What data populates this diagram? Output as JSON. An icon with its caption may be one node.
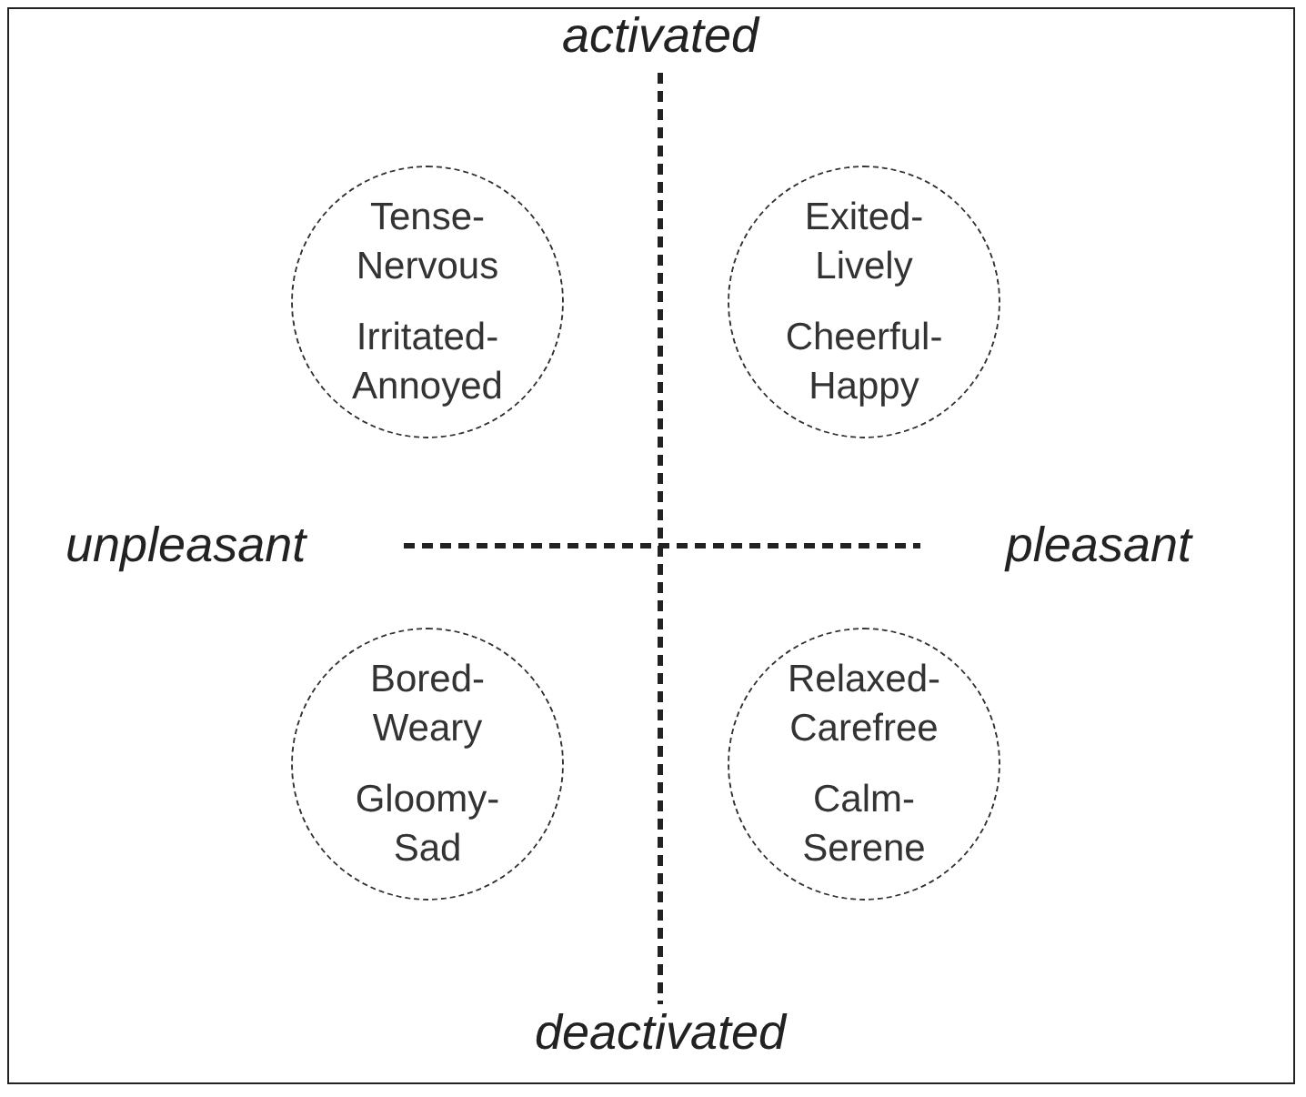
{
  "diagram": {
    "nodes": [
      {
        "text": [
          "Tense- Nervous",
          "Irritated- Annoyed"
        ]
      },
      {
        "text": [
          "Exited- Lively",
          "Cheerful- Happy"
        ]
      },
      {
        "text": [
          "Bored- Weary",
          "Gloomy- Sad"
        ]
      },
      {
        "text": [
          "Relaxed- Carefree",
          "Calm- Serene"
        ]
      }
    ],
    "labels": [
      "activated",
      "unpleasant",
      "pleasant",
      "deactivated"
    ]
  }
}
